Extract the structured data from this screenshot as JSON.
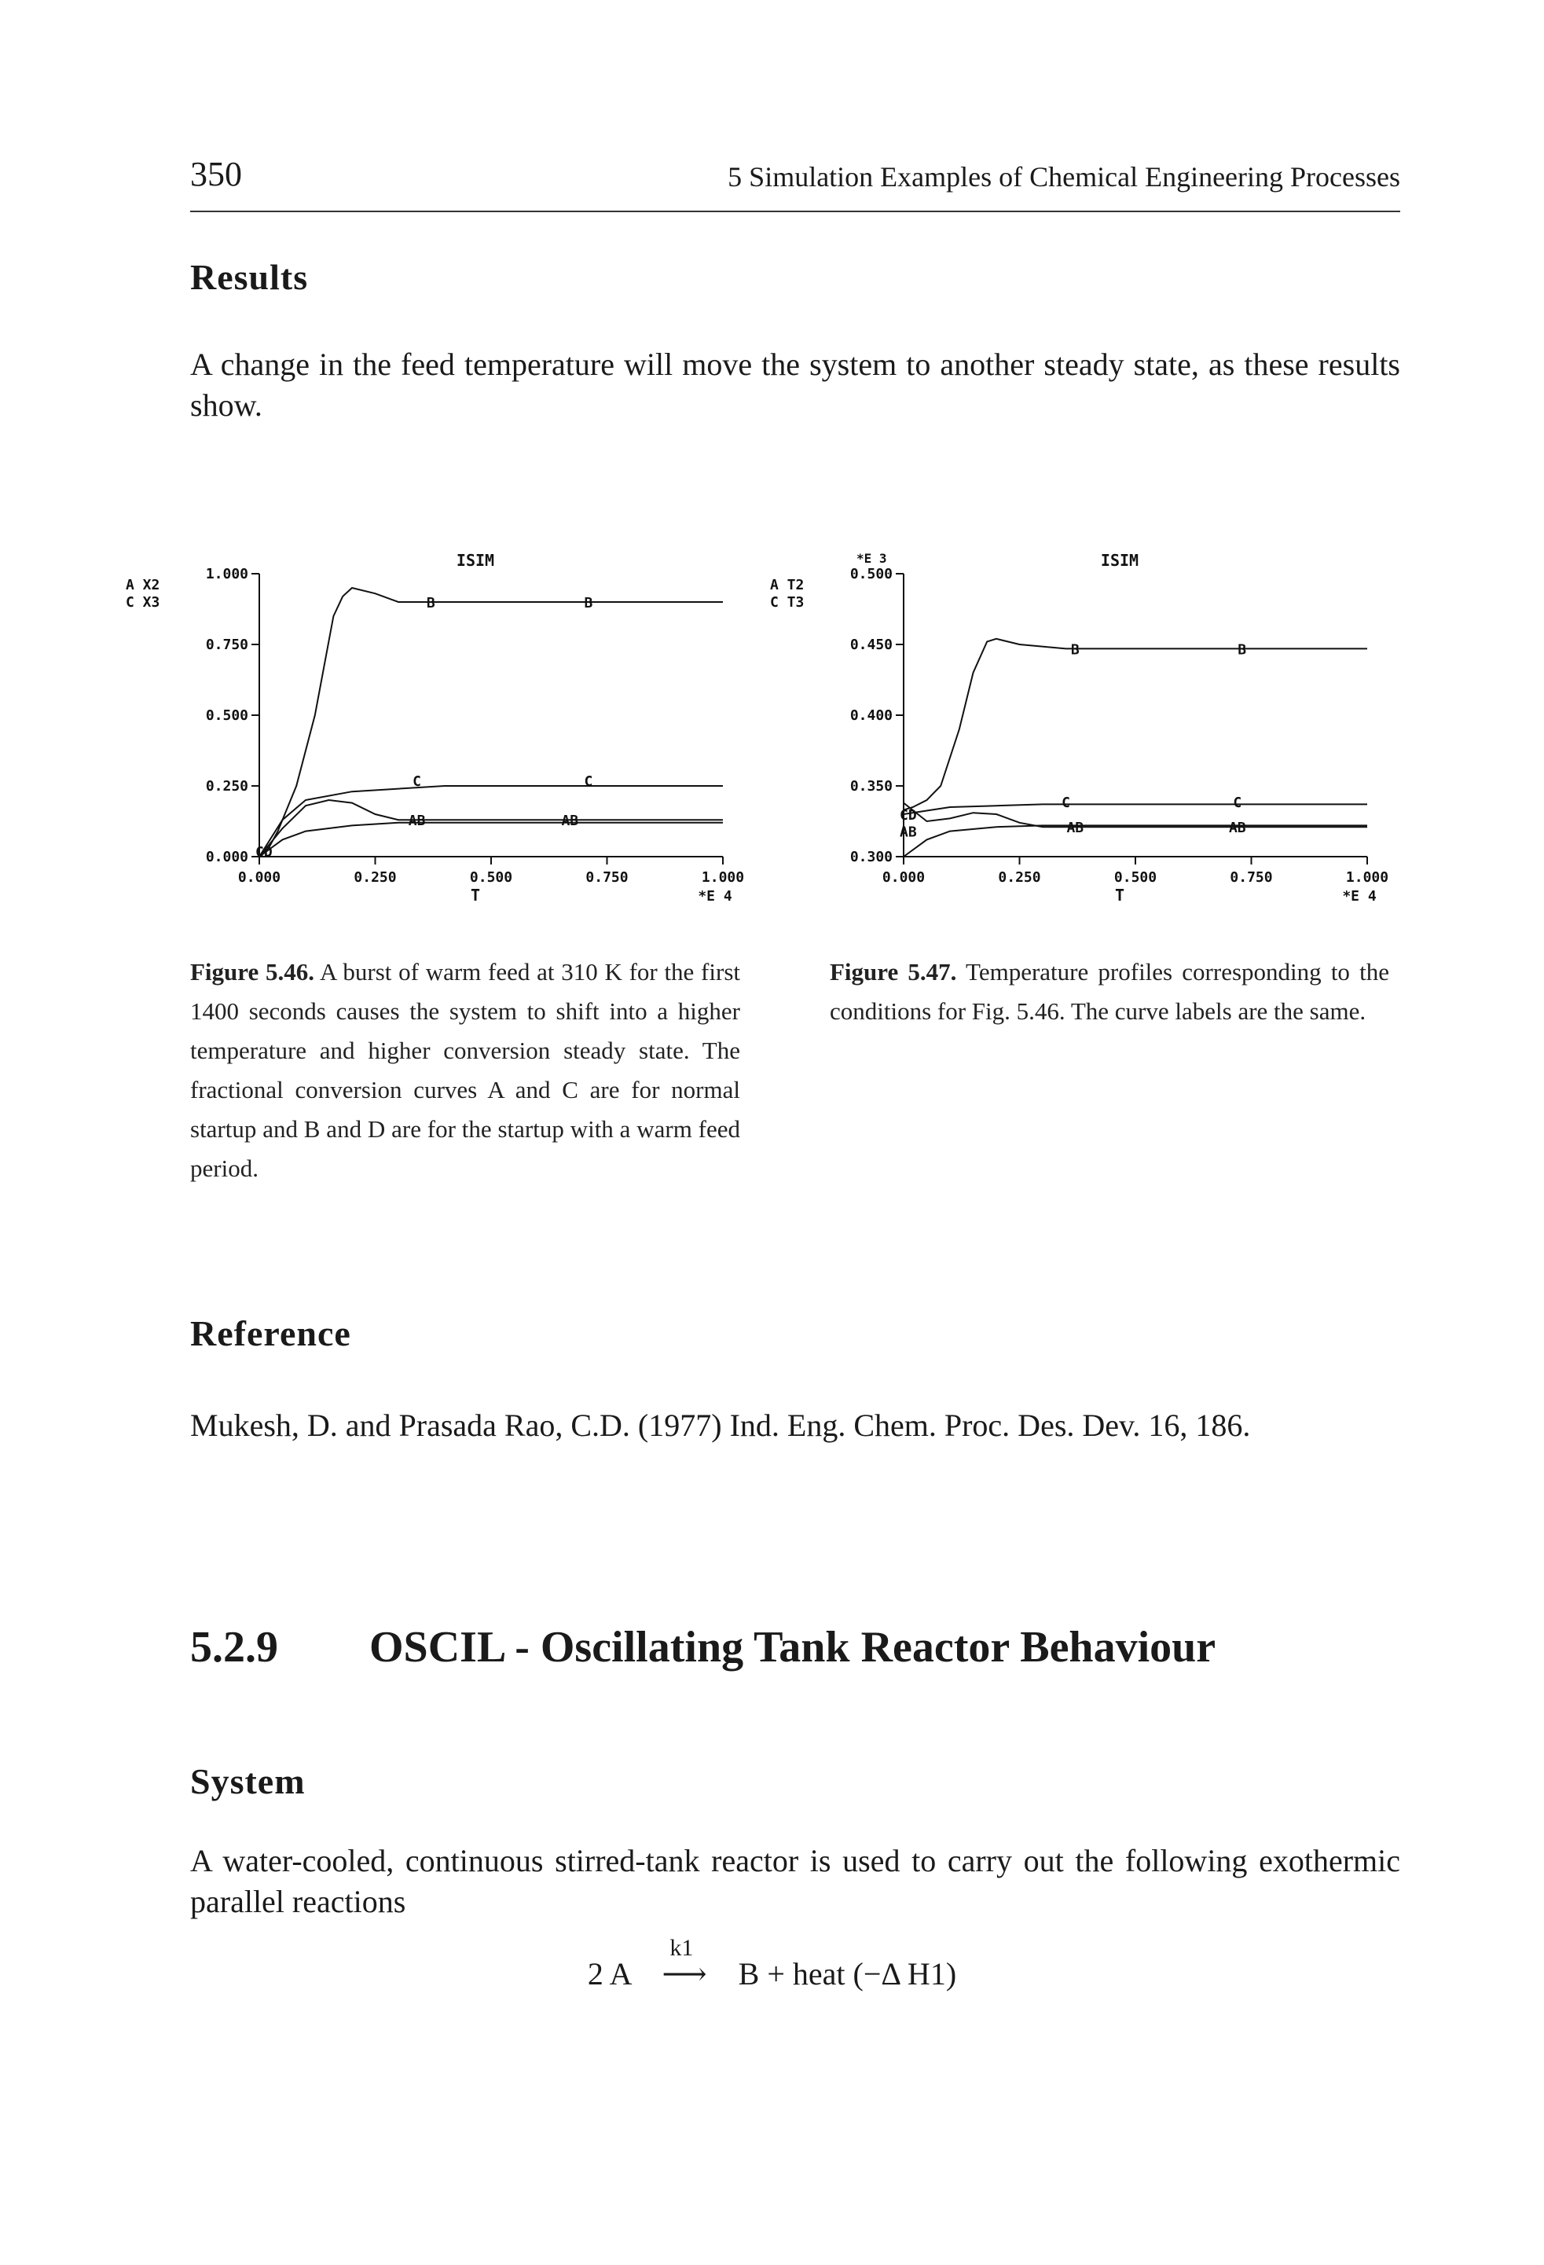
{
  "header": {
    "page_number": "350",
    "chapter": "5 Simulation Examples of Chemical Engineering Processes"
  },
  "results": {
    "heading": "Results",
    "text": "A change in the feed temperature will move the system to another steady state, as these results show."
  },
  "figures": [
    {
      "caption_label": "Figure 5.46.",
      "caption_text": " A burst of warm feed at 310 K for the first 1400 seconds causes the system to shift into a higher temperature and higher conversion steady state. The fractional conversion curves A and C are for normal startup and B and D are for the startup with a warm feed period."
    },
    {
      "caption_label": "Figure 5.47.",
      "caption_text": " Temperature profiles corresponding to the conditions for Fig. 5.46. The curve labels are the same."
    }
  ],
  "chart_data": [
    {
      "type": "line",
      "title": "ISIM",
      "y_legend": [
        "A X2",
        "C X3"
      ],
      "y_ticks": [
        "1.000",
        "0.750",
        "0.500",
        "0.250",
        "0.000"
      ],
      "x_ticks": [
        "0.000",
        "0.250",
        "0.500",
        "0.750",
        "1.000"
      ],
      "xlabel": "T",
      "x_scale_label": "*E 4",
      "xlim": [
        0,
        1
      ],
      "ylim": [
        0,
        1
      ],
      "series": [
        {
          "name": "B",
          "x": [
            0,
            0.02,
            0.04,
            0.08,
            0.12,
            0.16,
            0.18,
            0.2,
            0.25,
            0.3,
            0.5,
            0.75,
            1.0
          ],
          "y": [
            0,
            0.03,
            0.09,
            0.25,
            0.5,
            0.85,
            0.92,
            0.95,
            0.93,
            0.9,
            0.9,
            0.9,
            0.9
          ]
        },
        {
          "name": "C",
          "x": [
            0,
            0.05,
            0.1,
            0.2,
            0.3,
            0.4,
            0.5,
            0.75,
            1.0
          ],
          "y": [
            0,
            0.13,
            0.2,
            0.23,
            0.24,
            0.25,
            0.25,
            0.25,
            0.25
          ]
        },
        {
          "name": "A",
          "x": [
            0,
            0.05,
            0.1,
            0.15,
            0.2,
            0.25,
            0.3,
            0.4,
            0.5,
            0.75,
            1.0
          ],
          "y": [
            0,
            0.1,
            0.18,
            0.2,
            0.19,
            0.15,
            0.13,
            0.13,
            0.13,
            0.13,
            0.13
          ]
        },
        {
          "name": "D",
          "x": [
            0,
            0.05,
            0.1,
            0.2,
            0.3,
            0.5,
            0.75,
            1.0
          ],
          "y": [
            0,
            0.06,
            0.09,
            0.11,
            0.12,
            0.12,
            0.12,
            0.12
          ]
        }
      ],
      "curve_labels": [
        {
          "text": "B",
          "x": 0.37,
          "y": 0.9
        },
        {
          "text": "B",
          "x": 0.71,
          "y": 0.9
        },
        {
          "text": "C",
          "x": 0.34,
          "y": 0.27
        },
        {
          "text": "C",
          "x": 0.71,
          "y": 0.27
        },
        {
          "text": "AB",
          "x": 0.34,
          "y": 0.13
        },
        {
          "text": "AB",
          "x": 0.67,
          "y": 0.13
        },
        {
          "text": "CD",
          "x": 0.01,
          "y": 0.02
        }
      ]
    },
    {
      "type": "line",
      "title": "ISIM",
      "y_legend": [
        "A T2",
        "C T3"
      ],
      "y_ticks": [
        "0.500",
        "0.450",
        "0.400",
        "0.350",
        "0.300"
      ],
      "y_scale_label": "*E 3",
      "x_ticks": [
        "0.000",
        "0.250",
        "0.500",
        "0.750",
        "1.000"
      ],
      "xlabel": "T",
      "x_scale_label": "*E 4",
      "xlim": [
        0,
        1
      ],
      "ylim": [
        0.3,
        0.5
      ],
      "series": [
        {
          "name": "B",
          "x": [
            0,
            0.02,
            0.05,
            0.08,
            0.12,
            0.15,
            0.18,
            0.2,
            0.25,
            0.35,
            0.5,
            0.75,
            1.0
          ],
          "y": [
            0.333,
            0.335,
            0.34,
            0.35,
            0.39,
            0.43,
            0.452,
            0.454,
            0.45,
            0.447,
            0.447,
            0.447,
            0.447
          ]
        },
        {
          "name": "C",
          "x": [
            0,
            0.1,
            0.2,
            0.3,
            0.4,
            0.5,
            0.75,
            1.0
          ],
          "y": [
            0.33,
            0.335,
            0.336,
            0.337,
            0.337,
            0.337,
            0.337,
            0.337
          ]
        },
        {
          "name": "A",
          "x": [
            0,
            0.05,
            0.1,
            0.15,
            0.2,
            0.25,
            0.3,
            0.35,
            0.5,
            0.75,
            1.0
          ],
          "y": [
            0.338,
            0.325,
            0.327,
            0.331,
            0.33,
            0.324,
            0.321,
            0.321,
            0.321,
            0.321,
            0.321
          ]
        },
        {
          "name": "D",
          "x": [
            0,
            0.05,
            0.1,
            0.2,
            0.3,
            0.5,
            0.75,
            1.0
          ],
          "y": [
            0.3,
            0.312,
            0.318,
            0.321,
            0.322,
            0.322,
            0.322,
            0.322
          ]
        }
      ],
      "curve_labels": [
        {
          "text": "B",
          "x": 0.37,
          "y": 0.447
        },
        {
          "text": "B",
          "x": 0.73,
          "y": 0.447
        },
        {
          "text": "C",
          "x": 0.35,
          "y": 0.339
        },
        {
          "text": "C",
          "x": 0.72,
          "y": 0.339
        },
        {
          "text": "AB",
          "x": 0.37,
          "y": 0.321
        },
        {
          "text": "AB",
          "x": 0.72,
          "y": 0.321
        },
        {
          "text": "CD",
          "x": 0.01,
          "y": 0.33
        },
        {
          "text": "AB",
          "x": 0.01,
          "y": 0.318
        }
      ]
    }
  ],
  "reference": {
    "heading": "Reference",
    "text": "Mukesh, D. and Prasada Rao, C.D. (1977) Ind. Eng. Chem. Proc. Des. Dev. 16, 186."
  },
  "section": {
    "number": "5.2.9",
    "title": "OSCIL - Oscillating Tank Reactor Behaviour"
  },
  "system": {
    "heading": "System",
    "text": "A water-cooled, continuous stirred-tank reactor is used to carry out the following exothermic parallel reactions"
  },
  "equation": {
    "lhs": "2 A",
    "arrow_label": "k1",
    "rhs": "B + heat (−Δ H1)"
  }
}
